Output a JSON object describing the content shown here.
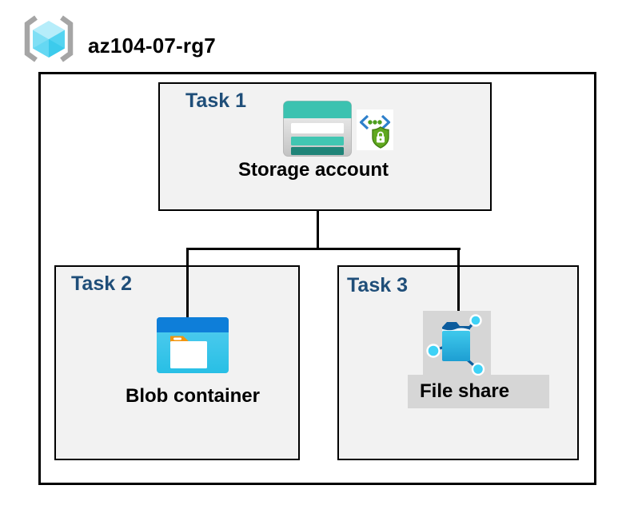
{
  "resource_group": {
    "name": "az104-07-rg7",
    "icon": "azure-resource-group-icon"
  },
  "tasks": [
    {
      "label": "Task 1",
      "resource": "Storage account",
      "icons": [
        "storage-account-icon",
        "secured-endpoint-icon"
      ]
    },
    {
      "label": "Task 2",
      "resource": "Blob container",
      "icons": [
        "blob-container-icon"
      ]
    },
    {
      "label": "Task 3",
      "resource": "File share",
      "icons": [
        "file-share-icon"
      ],
      "highlighted": true
    }
  ],
  "connections": [
    {
      "from": "Storage account",
      "to": "Blob container"
    },
    {
      "from": "Storage account",
      "to": "File share"
    }
  ],
  "colors": {
    "task_label": "#1F4E79",
    "task_box_background": "#F2F2F2",
    "highlight_background": "#D6D6D6",
    "border": "#000000",
    "storage_teal": "#3CC2B0",
    "storage_teal_dark": "#1F8478",
    "blob_header_blue": "#0E7ED9",
    "blob_body_cyan": "#2EC2E6",
    "folder_tab_orange": "#F2950F",
    "file_share_flap_blue": "#0C5C9D",
    "file_share_node_cyan": "#3ED2F6",
    "shield_green": "#60A81E",
    "bracket_gray": "#A5A5A5",
    "cube_cyan": "#54D4F1"
  }
}
